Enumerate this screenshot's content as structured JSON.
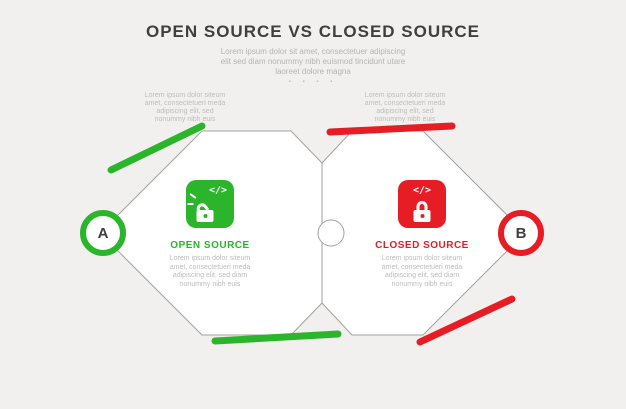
{
  "header": {
    "title": "OPEN SOURCE VS CLOSED SOURCE",
    "subtitle": "Lorem ipsum dolor sit amet, consectetuer adipiscing\nelit sed diam nonummy nibh euismod tincidunt utare\nlaoreet dolore magna",
    "dots": "▪ ▪ ▪ ▪"
  },
  "left": {
    "accent": "#2bb52b",
    "badge": "A",
    "caption": "Lorem ipsum dolor siteum\namet, consectetueri meda\nadipiscing elit, sed\nnonummy nibh euis",
    "label": "OPEN SOURCE",
    "body": "Lorem ipsum dolor siteum\namet, consectetueri meda\nadipiscing elit, sed diam\nnonummy nibh euis",
    "icon_code": "</>"
  },
  "right": {
    "accent": "#e71d25",
    "badge": "B",
    "caption": "Lorem ipsum dolor siteum\namet, consectetueri meda\nadipiscing elit, sed\nnonummy nibh euis",
    "label": "CLOSED SOURCE",
    "body": "Lorem ipsum dolor siteum\namet, consectetueri meda\nadipiscing elit, sed diam\nnonummy nibh euis",
    "icon_code": "</>"
  }
}
